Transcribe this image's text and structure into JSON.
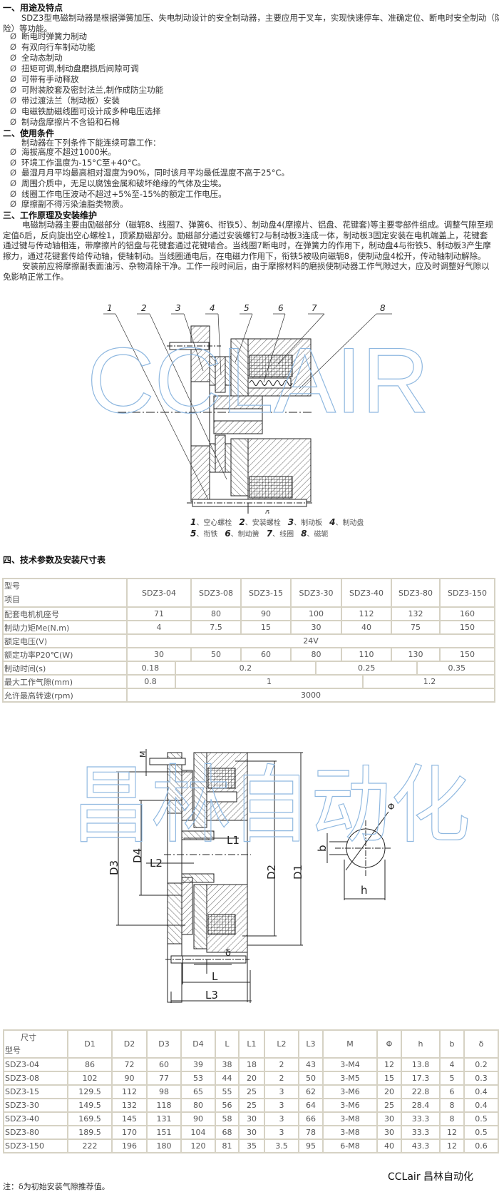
{
  "section1": {
    "heading": "一、用途及特点",
    "intro_line1": "SDZ3型电磁制动器是根据弹簧加压、失电制动设计的安全制动器，主要应用于叉车，实现快速停车、准确定位、断电时安全制动（防",
    "intro_line2": "险）等功能。",
    "bullet_marker": "Ø",
    "bullets": [
      "断电时弹簧力制动",
      "有双向行车制动功能",
      "全动态制动",
      "扭矩可调,制动盘磨损后间隙可调",
      "可带有手动释放",
      "可附装胶套及密封法兰,制作成防尘功能",
      "带过渡法兰（制动板）安装",
      "电磁铁励磁线圈可设计成多种电压选择",
      "制动盘摩擦片不含铅和石棉"
    ]
  },
  "section2": {
    "heading": "二、使用条件",
    "intro": "制动器在下列条件下能连续可靠工作：",
    "bullets": [
      "海拔高度不超过1000米。",
      "环境工作温度为-15°C至+40°C。",
      "最湿月月平均最高相对湿度为90%，同时该月平均最低温度不高于25°C。",
      "周围介质中，无足以腐蚀金属和破坏绝缘的气体及尘埃。",
      "线圈工作电压波动不超过+5%至-15%的额定工作电压。",
      "摩擦副不得污染油脂类物质。"
    ]
  },
  "section3": {
    "heading": "三、工作原理及安装维护",
    "para1": "电磁制动器主要由励磁部分（磁轭8、线圈7、弹簧6、衔铁5）、制动盘4(摩擦片、铝盘、花键套)等主要零部件组成。调整气隙至规定值δ后，反向旋出空心螺栓1，顶紧励磁部分。励磁部分通过安装螺钉2与制动板3连成一体，制动板3固定安装在电机端盖上，花键套通过键与传动轴相连，带摩擦片的铝盘与花键套通过花键啮合。当线圈7断电时，在弹簧力的作用下，制动盘4与衔铁5、制动板3产生摩擦力，通过花键套传给传动轴，使轴制动。当线圈通电后，在电磁力作用下，衔铁5被吸向磁轭8，使制动盘4松开，传动轴制动解除。",
    "para2": "安装前应将摩擦副表面油污、杂物清除干净。工作一段时间后，由于摩擦材料的磨损使制动器工作气隙过大，应及时调整好气隙以免影响正常工作。"
  },
  "diagram1": {
    "callouts": [
      "1",
      "2",
      "3",
      "4",
      "5",
      "6",
      "7",
      "8"
    ],
    "delta": "δ",
    "legend": [
      {
        "num": "1",
        "text": "空心螺栓"
      },
      {
        "num": "2",
        "text": "安装螺栓"
      },
      {
        "num": "3",
        "text": "制动板"
      },
      {
        "num": "4",
        "text": "制动盘"
      },
      {
        "num": "5",
        "text": "衔铁"
      },
      {
        "num": "6",
        "text": "制动簧"
      },
      {
        "num": "7",
        "text": "线圈"
      },
      {
        "num": "8",
        "text": "磁轭"
      }
    ],
    "watermark": "CCLAIR"
  },
  "section4": {
    "heading": "四、技术参数及安装尺寸表"
  },
  "spec_table": {
    "corner_top": "型号",
    "corner_bottom": "项目",
    "models": [
      "SDZ3-04",
      "SDZ3-08",
      "SDZ3-15",
      "SDZ3-30",
      "SDZ3-40",
      "SDZ3-80",
      "SDZ3-150"
    ],
    "rows": [
      {
        "label": "配套电机机座号",
        "cells": [
          {
            "v": "71",
            "span": 1
          },
          {
            "v": "80",
            "span": 1
          },
          {
            "v": "90",
            "span": 1
          },
          {
            "v": "100",
            "span": 1
          },
          {
            "v": "112",
            "span": 1
          },
          {
            "v": "132",
            "span": 1
          },
          {
            "v": "160",
            "span": 1
          }
        ]
      },
      {
        "label": "制动力矩Me(N.m)",
        "cells": [
          {
            "v": "4",
            "span": 1
          },
          {
            "v": "7.5",
            "span": 1
          },
          {
            "v": "15",
            "span": 1
          },
          {
            "v": "30",
            "span": 1
          },
          {
            "v": "40",
            "span": 1
          },
          {
            "v": "75",
            "span": 1
          },
          {
            "v": "150",
            "span": 1
          }
        ]
      },
      {
        "label": "额定电压(V)",
        "cells": [
          {
            "v": "24V",
            "span": 7
          }
        ]
      },
      {
        "label": "额定功率P20℃(W)",
        "cells": [
          {
            "v": "30",
            "span": 1
          },
          {
            "v": "50",
            "span": 1
          },
          {
            "v": "60",
            "span": 1
          },
          {
            "v": "80",
            "span": 1
          },
          {
            "v": "110",
            "span": 1
          },
          {
            "v": "130",
            "span": 1
          },
          {
            "v": "150",
            "span": 1
          }
        ]
      },
      {
        "label": "制动时间(s)",
        "segments": [
          {
            "v": "0.18",
            "w": 68
          },
          {
            "v": "0.2",
            "w": 196
          },
          {
            "v": "0.25",
            "w": 141
          },
          {
            "v": "0.35",
            "w": 109
          }
        ]
      },
      {
        "label": "最大工作气隙(mm)",
        "segments": [
          {
            "v": "0.8",
            "w": 68
          },
          {
            "v": "1",
            "w": 261
          },
          {
            "v": "1.2",
            "w": 185
          }
        ]
      },
      {
        "label": "允许最高转速(rpm)",
        "cells": [
          {
            "v": "3000",
            "span": 7
          }
        ]
      }
    ]
  },
  "diagram2": {
    "dims": {
      "M": "M",
      "D1": "D1",
      "D2": "D2",
      "D3": "D3",
      "D4": "D4",
      "L": "L",
      "L1": "L1",
      "L2": "L2",
      "L3": "L3",
      "phi": "Φ",
      "b": "b",
      "h": "h",
      "delta": "δ"
    },
    "watermark": "昌林自动化"
  },
  "dim_table": {
    "corner_top": "尺寸",
    "corner_bottom": "型号",
    "columns": [
      "D1",
      "D2",
      "D3",
      "D4",
      "L",
      "L1",
      "L2",
      "L3",
      "M",
      "Φ",
      "h",
      "b",
      "δ"
    ],
    "rows": [
      [
        "SDZ3-04",
        "86",
        "72",
        "60",
        "39",
        "38",
        "18",
        "2",
        "43",
        "3-M4",
        "12",
        "13.8",
        "4",
        "0.2"
      ],
      [
        "SDZ3-08",
        "102",
        "90",
        "77",
        "53",
        "44",
        "20",
        "2",
        "50",
        "3-M5",
        "15",
        "17.3",
        "5",
        "0.3"
      ],
      [
        "SDZ3-15",
        "129.5",
        "112",
        "98",
        "65",
        "55",
        "25",
        "3",
        "62",
        "3-M6",
        "20",
        "22.8",
        "6",
        "0.4"
      ],
      [
        "SDZ3-30",
        "149.5",
        "132",
        "118",
        "80",
        "56",
        "25",
        "3",
        "64",
        "3-M6",
        "25",
        "28.4",
        "8",
        "0.4"
      ],
      [
        "SDZ3-40",
        "169.5",
        "145",
        "131",
        "90",
        "58",
        "30",
        "3",
        "66",
        "3-M8",
        "30",
        "33.3",
        "8",
        "0.5"
      ],
      [
        "SDZ3-80",
        "189.5",
        "170",
        "151",
        "104",
        "68",
        "30",
        "3",
        "78",
        "3-M8",
        "30",
        "33.3",
        "12",
        "0.5"
      ],
      [
        "SDZ3-150",
        "222",
        "196",
        "180",
        "120",
        "81",
        "35",
        "3.5",
        "95",
        "6-M8",
        "40",
        "43.3",
        "12",
        "0.6"
      ]
    ]
  },
  "note": "注：δ为初始安装气隙推荐值。",
  "brand": "CCLair 昌林自动化",
  "colors": {
    "border": "#d6d2c4",
    "watermark": "#8fb8e0",
    "text": "#333333"
  }
}
